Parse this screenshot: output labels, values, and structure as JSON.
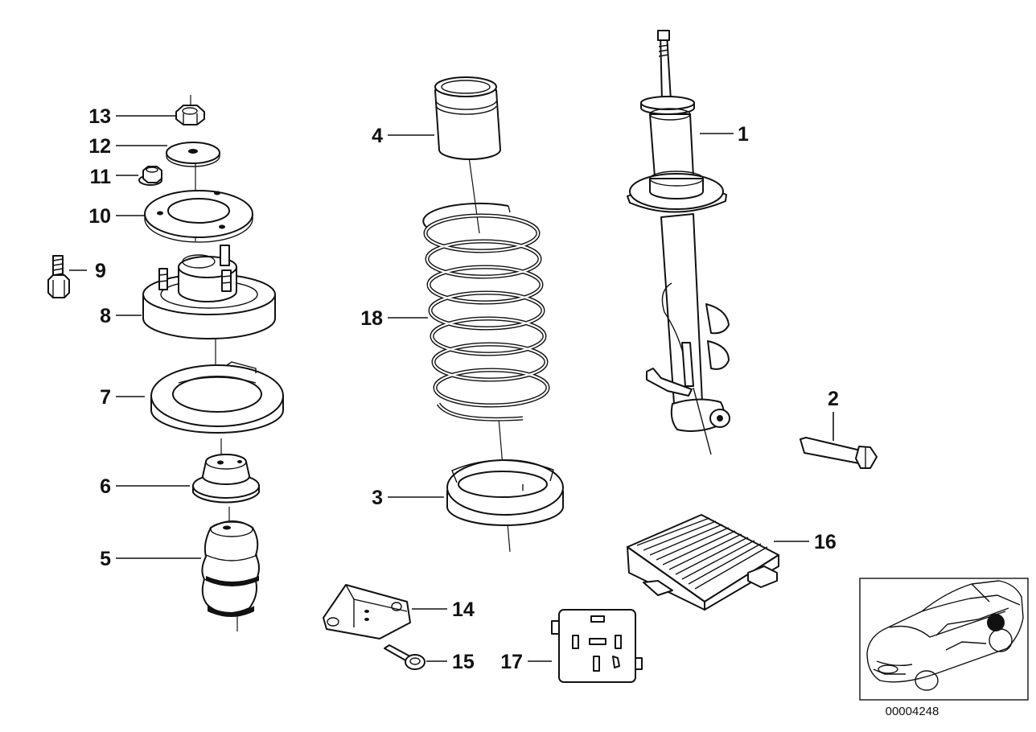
{
  "callouts": {
    "c1": "1",
    "c2": "2",
    "c3": "3",
    "c4": "4",
    "c5": "5",
    "c6": "6",
    "c7": "7",
    "c8": "8",
    "c9": "9",
    "c10": "10",
    "c11": "11",
    "c12": "12",
    "c13": "13",
    "c14": "14",
    "c15": "15",
    "c16": "16",
    "c17": "17",
    "c18": "18"
  },
  "diagram_code": "00004248",
  "inset": {
    "highlight_color": "#111111"
  }
}
